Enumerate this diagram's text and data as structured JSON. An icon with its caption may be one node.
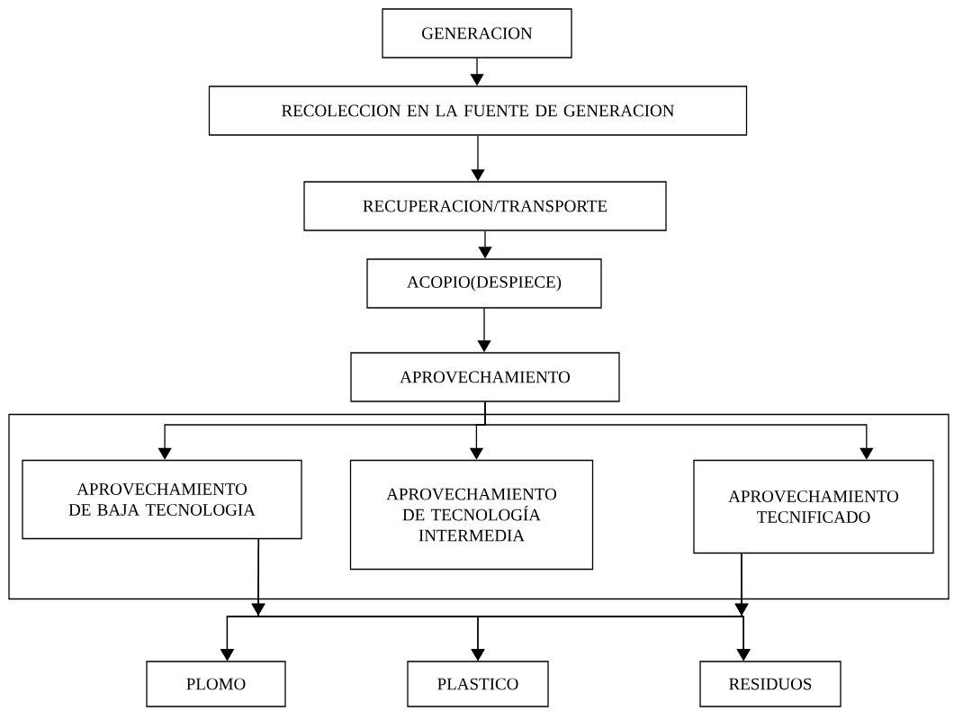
{
  "diagram": {
    "nodes": [
      {
        "text": [
          "GENERACION"
        ]
      },
      {
        "text": [
          "RECOLECCION EN LA FUENTE DE  GENERACION"
        ]
      },
      {
        "text": [
          "RECUPERACION/TRANSPORTE"
        ]
      },
      {
        "text": [
          "ACOPIO(DESPIECE)"
        ]
      },
      {
        "text": [
          "APROVECHAMIENTO"
        ]
      },
      {
        "text": [],
        "shape": "box"
      },
      {
        "text": [
          "APROVECHAMIENTO DE BAJA TECNOLOGIA"
        ],
        "in": 5
      },
      {
        "text": [
          "APROVECHAMIENTO DE TECNOLOGÍA INTERMEDIA"
        ],
        "in": 5
      },
      {
        "text": [
          "APROVECHAMIENTO TECNIFICADO"
        ],
        "in": 5
      },
      {
        "text": [
          "PLOMO"
        ]
      },
      {
        "text": [
          "PLASTICO"
        ]
      },
      {
        "text": [
          "RESIDUOS"
        ]
      }
    ],
    "edges": [
      {
        "from": 0,
        "to": 1,
        "arrow": "to"
      },
      {
        "from": 1,
        "to": 2,
        "arrow": "to"
      },
      {
        "from": 2,
        "to": 3,
        "arrow": "to"
      },
      {
        "from": 3,
        "to": 4,
        "arrow": "to"
      },
      {
        "from": 4,
        "to": 6,
        "arrow": "to"
      },
      {
        "from": 4,
        "to": 7,
        "arrow": "to"
      },
      {
        "from": 4,
        "to": 8,
        "arrow": "to"
      },
      {
        "from": 6,
        "to": 9,
        "arrow": "to"
      },
      {
        "from": 6,
        "to": 10,
        "arrow": "to"
      },
      {
        "from": 6,
        "to": 11,
        "arrow": "to"
      },
      {
        "from": 8,
        "to": 9,
        "arrow": "to"
      },
      {
        "from": 8,
        "to": 10,
        "arrow": "to"
      },
      {
        "from": 8,
        "to": 11,
        "arrow": "to"
      }
    ]
  }
}
